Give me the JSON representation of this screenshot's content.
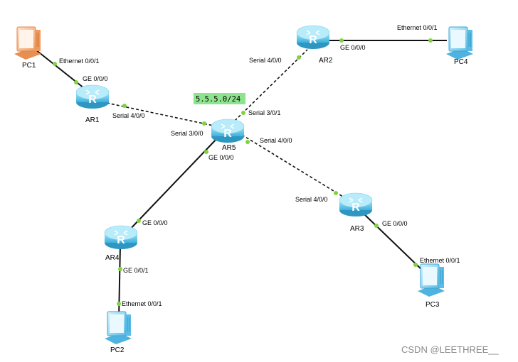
{
  "network_label": "5.5.5.0/24",
  "watermark": "CSDN @LEETHREE__",
  "devices": {
    "pc1": "PC1",
    "pc2": "PC2",
    "pc3": "PC3",
    "pc4": "PC4",
    "ar1": "AR1",
    "ar2": "AR2",
    "ar3": "AR3",
    "ar4": "AR4",
    "ar5": "AR5"
  },
  "ports": {
    "pc1_eth": "Ethernet 0/0/1",
    "ar1_ge": "GE 0/0/0",
    "ar1_s": "Serial 4/0/0",
    "ar5_s300": "Serial 3/0/0",
    "ar5_s301": "Serial 3/0/1",
    "ar5_s400": "Serial 4/0/0",
    "ar5_ge": "GE 0/0/0",
    "ar2_s": "Serial 4/0/0",
    "ar2_ge": "GE 0/0/0",
    "pc4_eth": "Ethernet 0/0/1",
    "ar3_s": "Serial 4/0/0",
    "ar3_ge": "GE 0/0/0",
    "pc3_eth": "Ethernet 0/0/1",
    "ar4_ge_up": "GE 0/0/0",
    "ar4_ge_down": "GE 0/0/1",
    "pc2_eth": "Ethernet 0/0/1"
  },
  "colors": {
    "router": "#5fc6e8",
    "pc_blue": "#6cc9ee",
    "pc_orange": "#f0a46a",
    "port_dot": "#7ed43c",
    "network_bg": "#8ee38e"
  }
}
